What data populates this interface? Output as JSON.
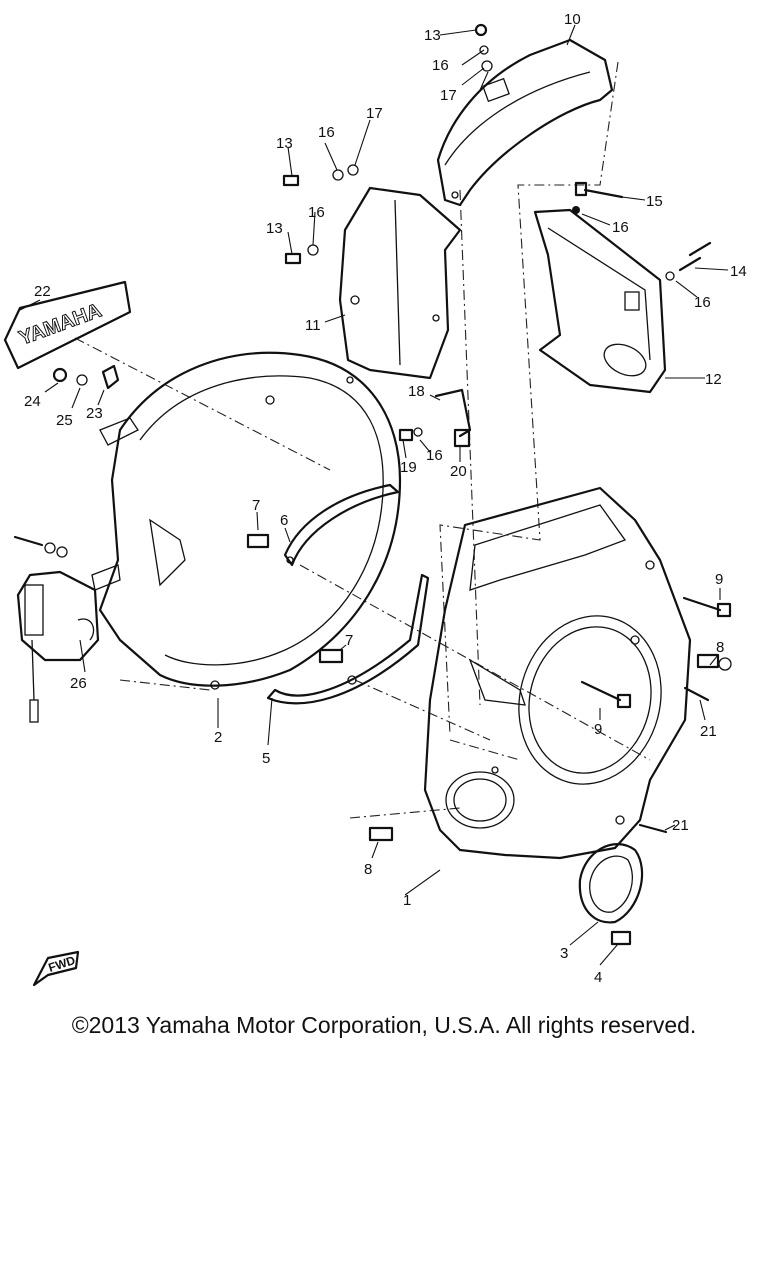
{
  "labels": [
    {
      "id": "p1",
      "text": "1"
    },
    {
      "id": "p2",
      "text": "2"
    },
    {
      "id": "p3",
      "text": "3"
    },
    {
      "id": "p4",
      "text": "4"
    },
    {
      "id": "p5",
      "text": "5"
    },
    {
      "id": "p6",
      "text": "6"
    },
    {
      "id": "p7a",
      "text": "7"
    },
    {
      "id": "p7b",
      "text": "7"
    },
    {
      "id": "p8a",
      "text": "8"
    },
    {
      "id": "p8b",
      "text": "8"
    },
    {
      "id": "p9a",
      "text": "9"
    },
    {
      "id": "p9b",
      "text": "9"
    },
    {
      "id": "p10",
      "text": "10"
    },
    {
      "id": "p11",
      "text": "11"
    },
    {
      "id": "p12",
      "text": "12"
    },
    {
      "id": "p13a",
      "text": "13"
    },
    {
      "id": "p13b",
      "text": "13"
    },
    {
      "id": "p13c",
      "text": "13"
    },
    {
      "id": "p14",
      "text": "14"
    },
    {
      "id": "p15",
      "text": "15"
    },
    {
      "id": "p16a",
      "text": "16"
    },
    {
      "id": "p16b",
      "text": "16"
    },
    {
      "id": "p16c",
      "text": "16"
    },
    {
      "id": "p16d",
      "text": "16"
    },
    {
      "id": "p16e",
      "text": "16"
    },
    {
      "id": "p16f",
      "text": "16"
    },
    {
      "id": "p17a",
      "text": "17"
    },
    {
      "id": "p17b",
      "text": "17"
    },
    {
      "id": "p18",
      "text": "18"
    },
    {
      "id": "p19",
      "text": "19"
    },
    {
      "id": "p20",
      "text": "20"
    },
    {
      "id": "p21a",
      "text": "21"
    },
    {
      "id": "p21b",
      "text": "21"
    },
    {
      "id": "p22",
      "text": "22"
    },
    {
      "id": "p23",
      "text": "23"
    },
    {
      "id": "p24",
      "text": "24"
    },
    {
      "id": "p25",
      "text": "25"
    },
    {
      "id": "p26",
      "text": "26"
    }
  ],
  "decal_text": "YAMAHA",
  "fwd_text": "FWD",
  "copyright": "©2013 Yamaha Motor Corporation, U.S.A. All rights reserved."
}
